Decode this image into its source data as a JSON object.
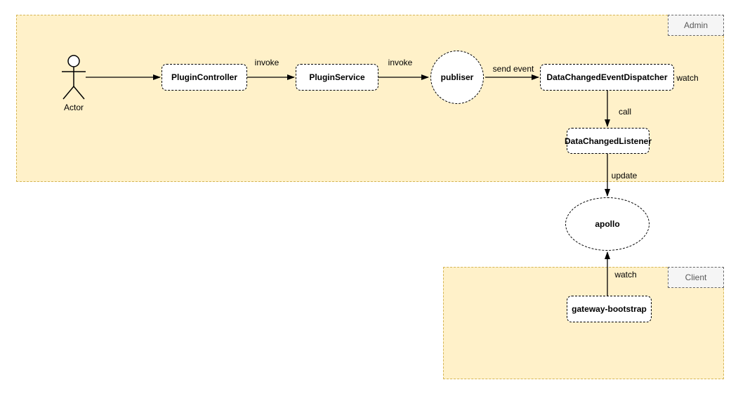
{
  "diagram": {
    "containers": {
      "admin": {
        "label": "Admin"
      },
      "client": {
        "label": "Client"
      }
    },
    "nodes": {
      "actor": {
        "label": "Actor",
        "shape": "actor"
      },
      "plugin_controller": {
        "label": "PluginController",
        "shape": "rounded-rect"
      },
      "plugin_service": {
        "label": "PluginService",
        "shape": "rounded-rect"
      },
      "publiser": {
        "label": "publiser",
        "shape": "circle"
      },
      "dispatcher": {
        "label": "DataChangedEventDispatcher",
        "shape": "rounded-rect"
      },
      "listener": {
        "label": "DataChangedListener",
        "shape": "rounded-rect"
      },
      "apollo": {
        "label": "apollo",
        "shape": "ellipse"
      },
      "gateway": {
        "label": "gateway-bootstrap",
        "shape": "rounded-rect"
      }
    },
    "edge_labels": {
      "invoke1": "invoke",
      "invoke2": "invoke",
      "send_event": "send event",
      "call": "call",
      "update": "update",
      "watch_client": "watch",
      "watch_dispatcher": "watch"
    },
    "colors": {
      "container_fill": "#FFF1C9",
      "container_border": "#D6B656",
      "node_fill": "#FFFFFF",
      "node_border": "#000000",
      "tab_fill": "#F5F5F5",
      "tab_border": "#666666",
      "tab_text": "#595959",
      "edge_stroke": "#000000"
    }
  }
}
